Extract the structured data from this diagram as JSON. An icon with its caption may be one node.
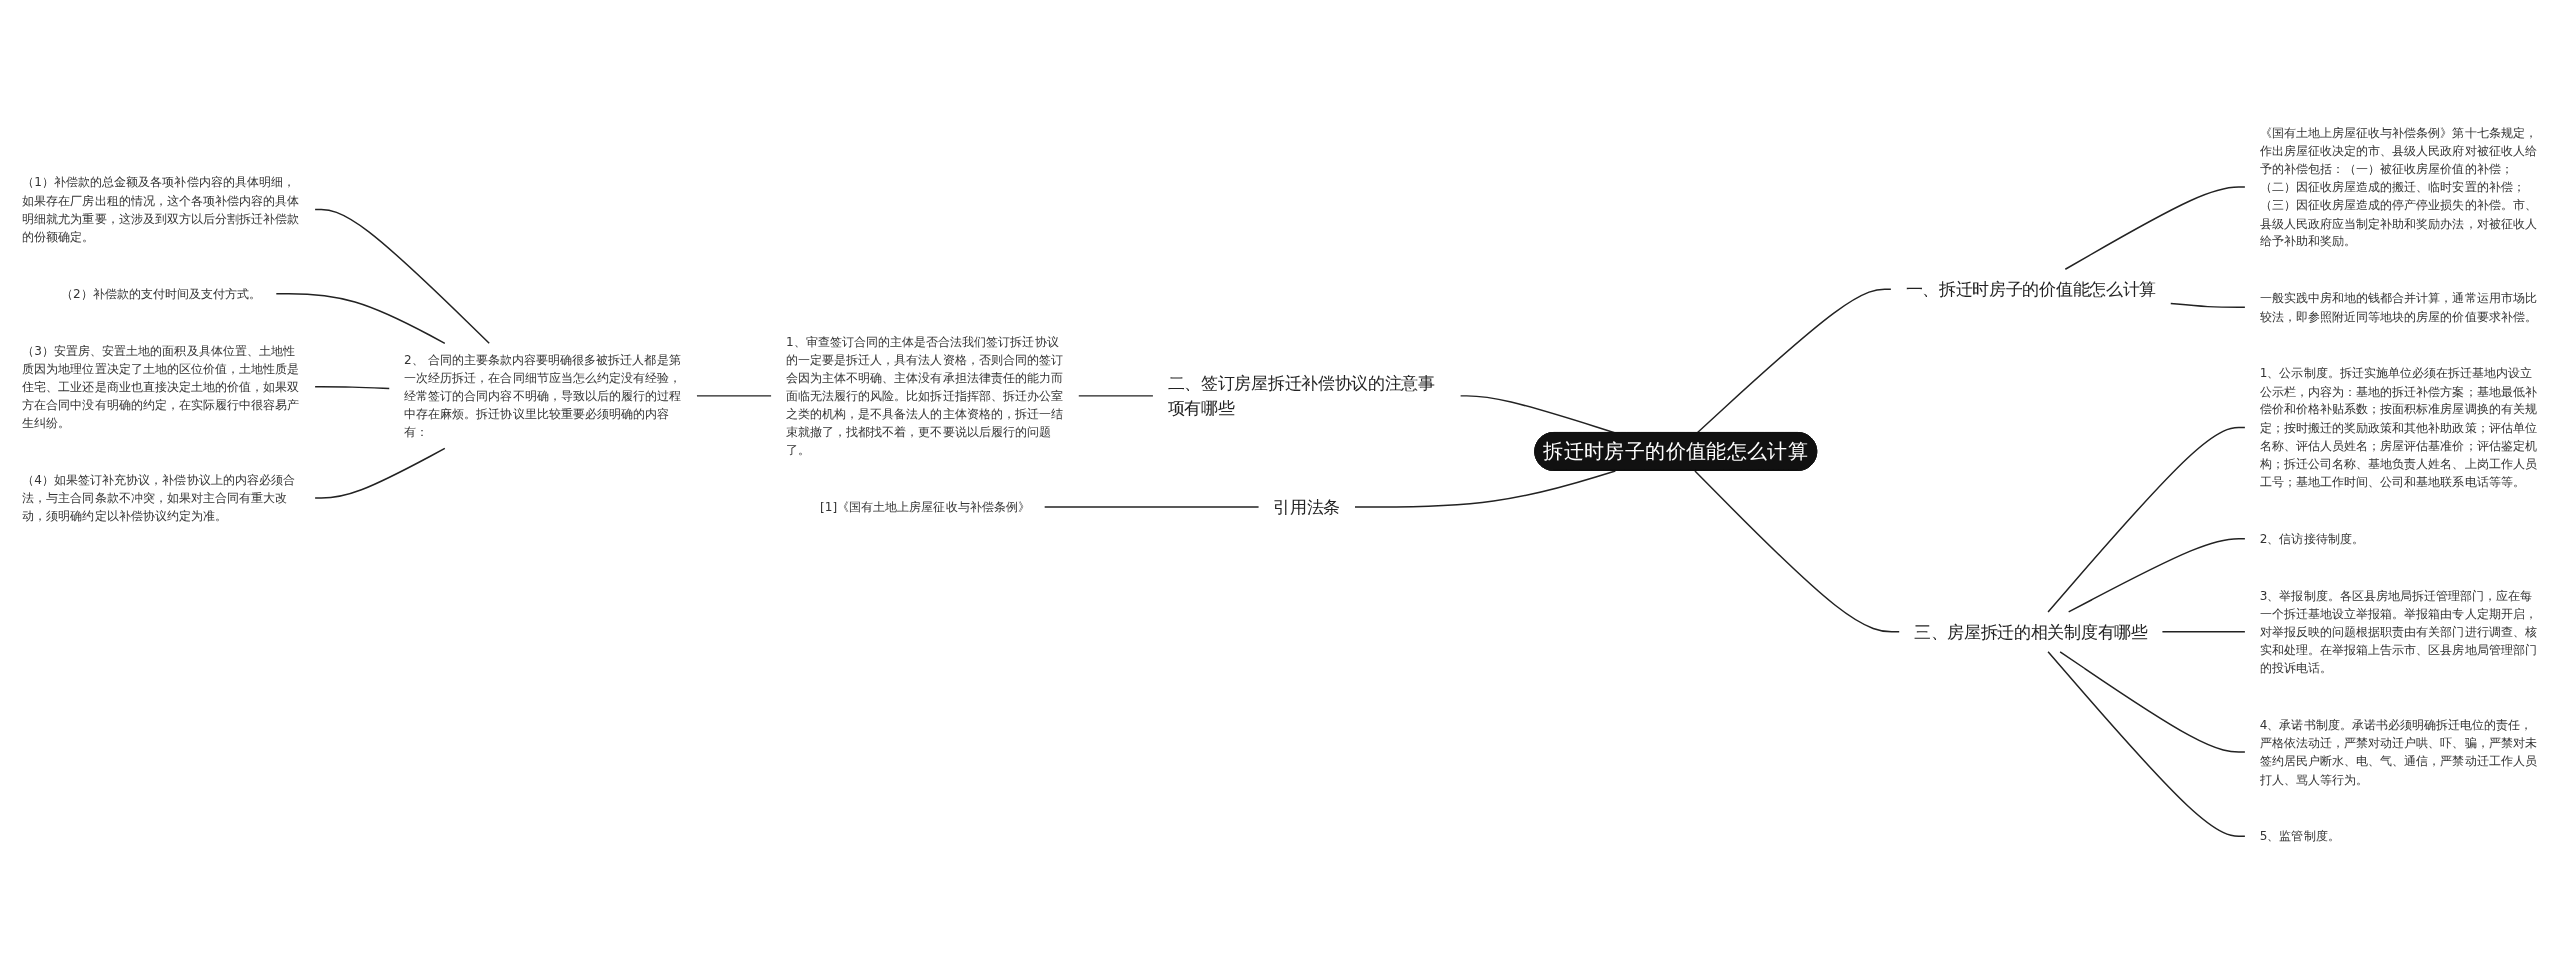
{
  "diagram": {
    "nodes": [
      {
        "text": [
          "拆迁时房子的价值能怎么计算"
        ]
      },
      {
        "text": [
          "一、拆迁时房子的价值能怎么计算"
        ]
      },
      {
        "text": [
          "《国有土地上房屋征收与补偿条例》第十七条规定，作出房屋征收决定的市、县级人民政府对被征收人给予的补偿包括：（一）被征收房屋价值的补偿；（二）因征收房屋造成的搬迁、临时安置的补偿；（三）因征收房屋造成的停产停业损失的补偿。市、县级人民政府应当制定补助和奖励办法，对被征收人给予补助和奖励。"
        ]
      },
      {
        "text": [
          "一般实践中房和地的钱都合并计算，通常运用市场比较法，即参照附近同等地块的房屋的价值要求补偿。"
        ]
      },
      {
        "text": [
          "二、签订房屋拆迁补偿协议的注意事项有哪些"
        ]
      },
      {
        "text": [
          "1、审查签订合同的主体是否合法我们签订拆迁协议的一定要是拆迁人，具有法人资格，否则合同的签订会因为主体不明确、主体没有承担法律责任的能力而面临无法履行的风险。比如拆迁指挥部、拆迁办公室之类的机构，是不具备法人的主体资格的，拆迁一结束就撤了，找都找不着，更不要说以后履行的问题了。"
        ]
      },
      {
        "text": [
          "2、 合同的主要条款内容要明确很多被拆迁人都是第一次经历拆迁，在合同细节应当怎么约定没有经验，经常签订的合同内容不明确，导致以后的履行的过程中存在麻烦。拆迁协议里比较重要必须明确的内容有："
        ]
      },
      {
        "text": [
          "（1）补偿款的总金额及各项补偿内容的具体明细，如果存在厂房出租的情况，这个各项补偿内容的具体明细就尤为重要，这涉及到双方以后分割拆迁补偿款的份额确定。"
        ]
      },
      {
        "text": [
          "（2）补偿款的支付时间及支付方式。"
        ]
      },
      {
        "text": [
          "（3）安置房、安置土地的面积及具体位置、土地性质因为地理位置决定了土地的区位价值，土地性质是住宅、工业还是商业也直接决定土地的价值，如果双方在合同中没有明确的约定，在实际履行中很容易产生纠纷。"
        ]
      },
      {
        "text": [
          "（4）如果签订补充协议，补偿协议上的内容必须合法，与主合同条款不冲突，如果对主合同有重大改动，须明确约定以补偿协议约定为准。"
        ]
      },
      {
        "text": [
          "三、房屋拆迁的相关制度有哪些"
        ]
      },
      {
        "text": [
          "1、公示制度。拆迁实施单位必须在拆迁基地内设立公示栏，内容为：基地的拆迁补偿方案；基地最低补偿价和价格补贴系数；按面积标准房屋调换的有关规定；按时搬迁的奖励政策和其他补助政策；评估单位名称、评估人员姓名；房屋评估基准价；评估鉴定机构；拆迁公司名称、基地负责人姓名、上岗工作人员工号；基地工作时间、公司和基地联系电话等等。"
        ]
      },
      {
        "text": [
          "2、信访接待制度。"
        ]
      },
      {
        "text": [
          "3、举报制度。各区县房地局拆迁管理部门，应在每一个拆迁基地设立举报箱。举报箱由专人定期开启，对举报反映的问题根据职责由有关部门进行调查、核实和处理。在举报箱上告示市、区县房地局管理部门的投诉电话。"
        ]
      },
      {
        "text": [
          "4、承诺书制度。承诺书必须明确拆迁电位的责任，严格依法动迁，严禁对动迁户哄、吓、骗，严禁对未签约居民户断水、电、气、通信，严禁动迁工作人员打人、骂人等行为。"
        ]
      },
      {
        "text": [
          "5、监管制度。"
        ]
      },
      {
        "text": [
          "引用法条"
        ]
      },
      {
        "text": [
          "[1]《国有土地上房屋征收与补偿条例》"
        ]
      }
    ],
    "edges": [
      {
        "from": 0,
        "to": 1,
        "arrow": "none"
      },
      {
        "from": 1,
        "to": 2,
        "arrow": "none"
      },
      {
        "from": 1,
        "to": 3,
        "arrow": "none"
      },
      {
        "from": 4,
        "to": 0,
        "arrow": "none"
      },
      {
        "from": 5,
        "to": 4,
        "arrow": "none"
      },
      {
        "from": 6,
        "to": 5,
        "arrow": "none"
      },
      {
        "from": 7,
        "to": 6,
        "arrow": "none"
      },
      {
        "from": 8,
        "to": 6,
        "arrow": "none"
      },
      {
        "from": 9,
        "to": 6,
        "arrow": "none"
      },
      {
        "from": 10,
        "to": 6,
        "arrow": "none"
      },
      {
        "from": 0,
        "to": 11,
        "arrow": "none"
      },
      {
        "from": 11,
        "to": 12,
        "arrow": "none"
      },
      {
        "from": 11,
        "to": 13,
        "arrow": "none"
      },
      {
        "from": 11,
        "to": 14,
        "arrow": "none"
      },
      {
        "from": 11,
        "to": 15,
        "arrow": "none"
      },
      {
        "from": 11,
        "to": 16,
        "arrow": "none"
      },
      {
        "from": 17,
        "to": 0,
        "arrow": "none"
      },
      {
        "from": 18,
        "to": 17,
        "arrow": "none"
      }
    ]
  }
}
